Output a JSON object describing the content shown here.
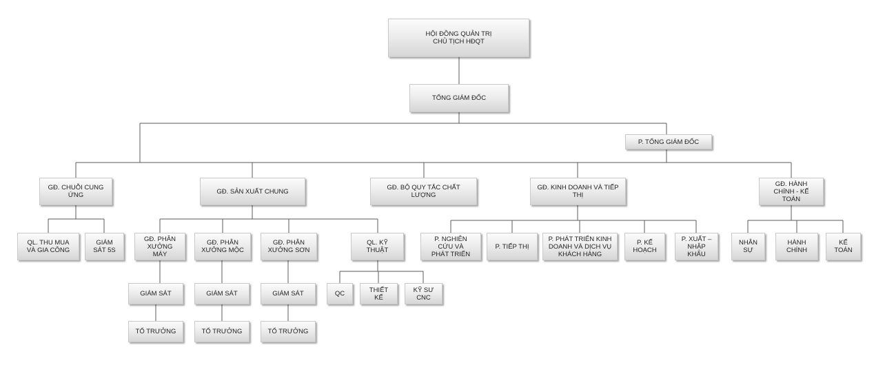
{
  "nodes": {
    "hdqt": "HỘI ĐỒNG QUẢN TRỊ\nCHỦ TỊCH HĐQT",
    "tgd": "TỔNG GIÁM ĐỐC",
    "ptgd": "P. TỔNG GIÁM ĐỐC",
    "chuoi_cung_ung": "GĐ. CHUỖI CUNG\nỨNG",
    "san_xuat_chung": "GĐ.  SẢN XUẤT CHUNG",
    "quy_tac_chat_luong": "GĐ. BỘ QUY TẮC CHẤT\nLƯỢNG",
    "kinh_doanh_tiep_thi": "GĐ. KINH DOANH VÀ TIẾP\nTHỊ",
    "hanh_chinh_ke_toan": "GĐ. HÀNH\nCHÍNH  - KẾ\nTOÁN",
    "thu_mua": "QL. THU MUA\nVÀ GIA CÔNG",
    "giam_sat_5s": "GIÁM\nSÁT 5S",
    "px_may": "GĐ. PHÂN\nXƯỞNG\nMÁY",
    "px_moc": "GĐ. PHÂN\nXƯỞNG MỘC",
    "px_son": "GĐ. PHÂN\nXƯỞNG SƠN",
    "ky_thuat": "QL. KỸ\nTHUẬT",
    "gs_may": "GIÁM SÁT",
    "gs_moc": "GIÁM SÁT",
    "gs_son": "GIÁM SÁT",
    "tt_may": "TỔ TRƯỞNG",
    "tt_moc": "TỔ TRƯỞNG",
    "tt_son": "TỔ TRƯỞNG",
    "qc": "QC",
    "thiet_ke": "THIẾT\nKẾ",
    "ky_su_cnc": "KỸ SƯ\nCNC",
    "nghien_cuu": "P. NGHIÊN\nCỨU VÀ\nPHÁT TRIỂN",
    "tiep_thi": "P. TIẾP THỊ",
    "phat_trien_kd": "P. PHÁT TRIỂN KINH\nDOANH VÀ DỊCH VỤ\nKHÁCH HÀNG",
    "ke_hoach": "P. KẾ\nHOẠCH",
    "xuat_nhap_khau": "P. XUẤT  –\nNHẬP\nKHẨU",
    "nhan_su": "NHÂN\nSỰ",
    "hanh_chinh": "HÀNH\nCHÍNH",
    "ke_toan": "KẾ\nTOÁN"
  },
  "colors": {
    "connector": "#5a5a5a",
    "box_border": "#c9c9c9"
  }
}
